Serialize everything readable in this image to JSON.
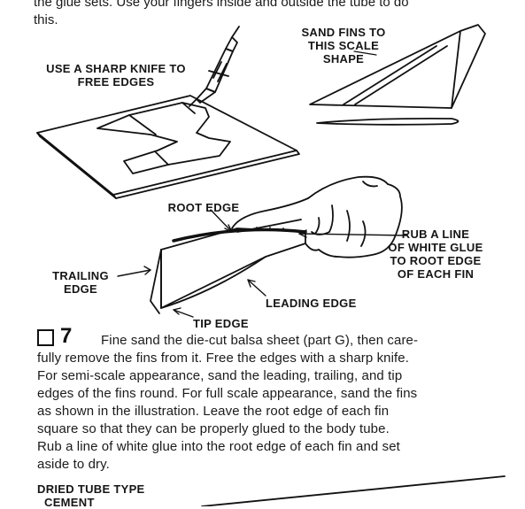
{
  "top_text": {
    "line1": "the glue sets. Use your fingers inside and outside the tube to do",
    "line2": "this."
  },
  "labels": {
    "sharp_knife": [
      "USE A SHARP KNIFE TO",
      "FREE EDGES"
    ],
    "sand_fins": [
      "SAND FINS TO",
      "THIS SCALE",
      "SHAPE"
    ],
    "root_edge": "ROOT EDGE",
    "rub_line": [
      "RUB A LINE",
      "OF WHITE GLUE",
      "TO ROOT EDGE",
      "OF EACH FIN"
    ],
    "trailing_edge": [
      "TRAILING",
      "EDGE"
    ],
    "leading_edge": "LEADING EDGE",
    "tip_edge": "TIP EDGE"
  },
  "step": {
    "number": "7",
    "lines": [
      "Fine sand the die-cut balsa sheet (part G), then care-",
      "fully remove the fins from it. Free the edges with a sharp knife.",
      "For semi-scale appearance, sand the leading, trailing, and tip",
      "edges of the fins round. For full scale appearance, sand the fins",
      "as shown in the illustration. Leave the root edge of each fin",
      "square so that they can be properly glued to the body tube.",
      "Rub a line of white glue into the root edge of each fin and set",
      "aside to dry."
    ]
  },
  "bottom_label": [
    "DRIED TUBE TYPE",
    "CEMENT"
  ]
}
